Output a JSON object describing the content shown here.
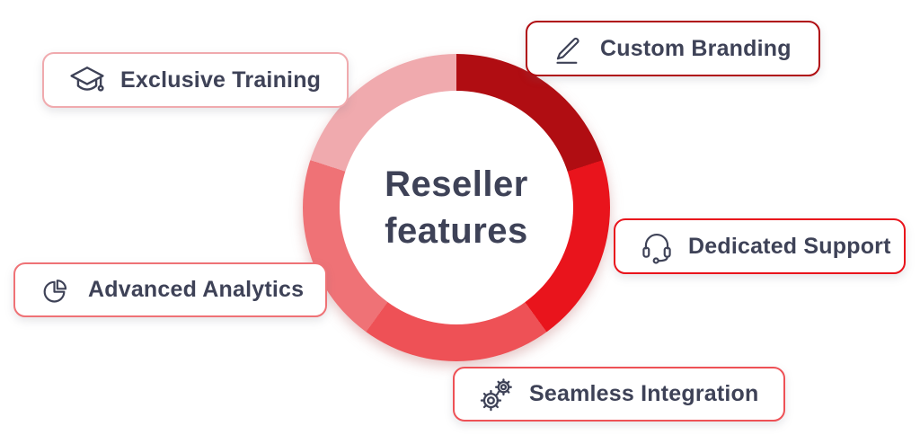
{
  "center": {
    "line1": "Reseller",
    "line2": "features"
  },
  "segments": [
    {
      "id": "custom-branding",
      "label": "Custom Branding",
      "icon": "pencil-icon",
      "color": "#b00d12",
      "start_deg": 0,
      "end_deg": 72
    },
    {
      "id": "dedicated-support",
      "label": "Dedicated Support",
      "icon": "headset-icon",
      "color": "#e9141c",
      "start_deg": 72,
      "end_deg": 144
    },
    {
      "id": "seamless-integration",
      "label": "Seamless Integration",
      "icon": "gears-icon",
      "color": "#ee5156",
      "start_deg": 144,
      "end_deg": 216
    },
    {
      "id": "advanced-analytics",
      "label": "Advanced Analytics",
      "icon": "pie-chart-icon",
      "color": "#ef7276",
      "start_deg": 216,
      "end_deg": 288
    },
    {
      "id": "exclusive-training",
      "label": "Exclusive Training",
      "icon": "graduation-cap-icon",
      "color": "#f0aaae",
      "start_deg": 288,
      "end_deg": 360
    }
  ],
  "colors": {
    "text": "#3e4257",
    "background": "#ffffff"
  }
}
